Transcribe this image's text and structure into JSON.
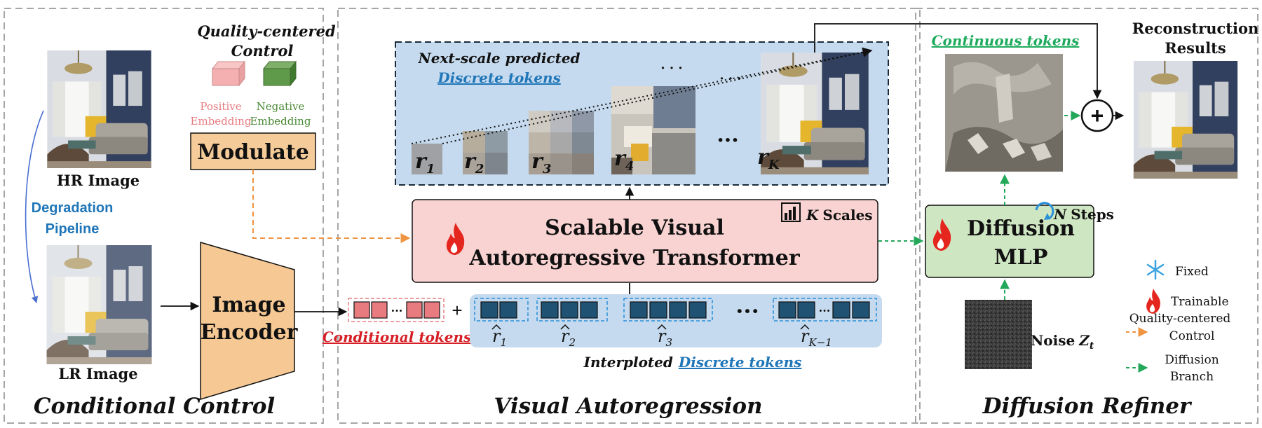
{
  "sections": {
    "conditional": {
      "title": "Conditional Control"
    },
    "var": {
      "title": "Visual Autoregression"
    },
    "refiner": {
      "title": "Diffusion Refiner"
    }
  },
  "conditional": {
    "hr_label": "HR Image",
    "lr_label": "LR Image",
    "degradation_line1": "Degradation",
    "degradation_line2": "Pipeline",
    "qc_title_line1": "Quality-centered",
    "qc_title_line2": "Control",
    "positive_line1": "Positive",
    "positive_line2": "Embedding",
    "negative_line1": "Negative",
    "negative_line2": "Embedding",
    "modulate_label": "Modulate",
    "encoder_line1": "Image",
    "encoder_line2": "Encoder",
    "conditional_tokens_label": "Conditional tokens",
    "cond_ellipsis": "···"
  },
  "var": {
    "next_scale_title": "Next-scale predicted",
    "discrete_tokens_label": "Discrete tokens",
    "scale_labels": [
      "r",
      "r",
      "r",
      "r",
      "r"
    ],
    "scale_subscripts": [
      "1",
      "2",
      "3",
      "4",
      "K"
    ],
    "scale_ellipsis": "···",
    "top_ellipsis_1": "· · ·",
    "top_ellipsis_2": "· · ·",
    "transformer_line1": "Scalable Visual",
    "transformer_line2": "Autoregressive Transformer",
    "k_scales_k": "K",
    "k_scales_label": "Scales",
    "plus": "+",
    "interp_subscripts": [
      "1",
      "2",
      "3",
      "K−1"
    ],
    "interp_ellipsis": "···",
    "interp_group_ellipsis": "···",
    "interp_caption": "Interploted",
    "interp_caption_link": "Discrete tokens"
  },
  "refiner": {
    "continuous_tokens_label": "Continuous tokens",
    "reconstruction_line1": "Reconstruction",
    "reconstruction_line2": "Results",
    "mlp_line1": "Diffusion",
    "mlp_line2": "MLP",
    "n_steps_n": "N",
    "n_steps_label": "Steps",
    "noise_label": "Noise",
    "noise_symbol": "Z",
    "noise_sub": "t",
    "plus_symbol": "+"
  },
  "legend": {
    "fixed": "Fixed",
    "trainable": "Trainable",
    "qc_line1": "Quality-centered",
    "qc_line2": "Control",
    "diff_line1": "Diffusion",
    "diff_line2": "Branch"
  },
  "colors": {
    "panel_border": "#a6a6a6",
    "var_blue": "#c5daee",
    "transformer_pink": "#f8d3d2",
    "mlp_green": "#cfe6c2",
    "modulate_orange": "#f5cc99",
    "encoder_orange": "#f6c893",
    "token_pink": "#e77b80",
    "token_blue": "#1f5273",
    "text_blue": "#1f76b8",
    "text_green": "#1eab5d",
    "text_red": "#d61f26",
    "orange_arrow": "#ef9440",
    "green_arrow": "#23a85a",
    "flame": "#e5261f",
    "snow": "#3aa3e0"
  }
}
